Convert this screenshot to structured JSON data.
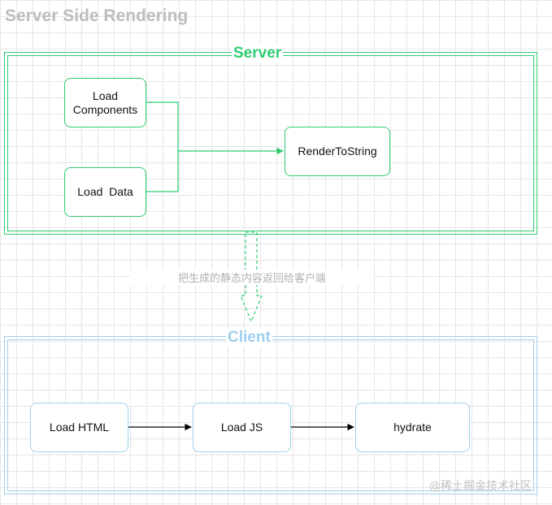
{
  "diagram": {
    "title": "Server Side Rendering",
    "colors": {
      "server": "#2ecc71",
      "client": "#9fd0ee",
      "flow_arrow": "#000000",
      "transfer_arrow": "#2ecc71"
    },
    "server": {
      "label": "Server",
      "nodes": {
        "load_components": "Load\nComponents",
        "load_data": "Load  Data",
        "render_to_string": "RenderToString"
      }
    },
    "transfer_label": "把生成的静态内容返回给客户端",
    "client": {
      "label": "Client",
      "nodes": {
        "load_html": "Load HTML",
        "load_js": "Load JS",
        "hydrate": "hydrate"
      }
    }
  },
  "watermark": "@稀土掘金技术社区"
}
